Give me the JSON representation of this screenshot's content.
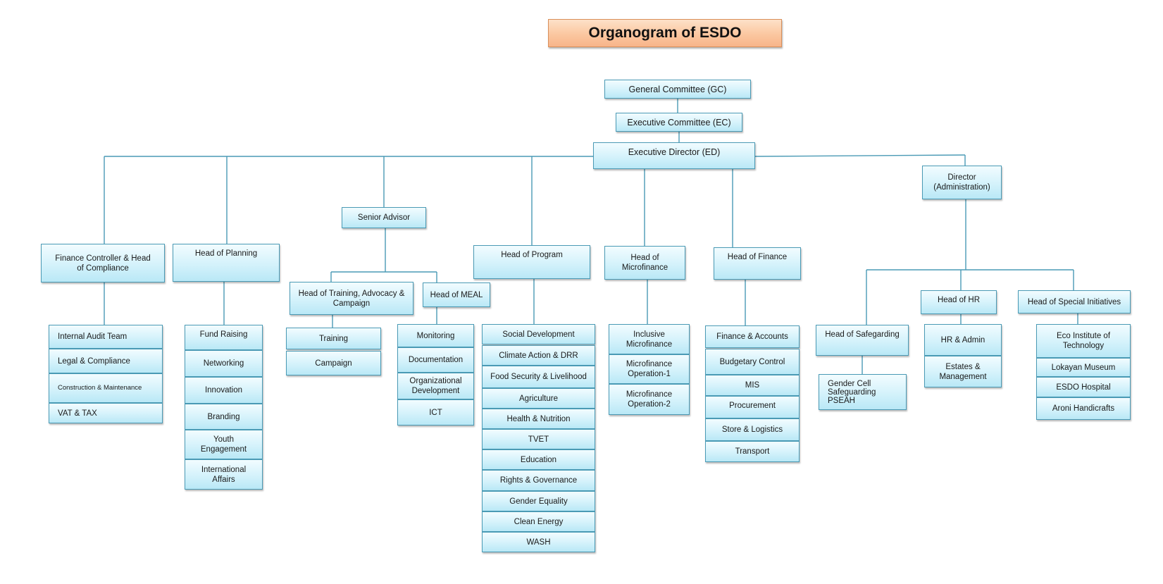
{
  "title": "Organogram of ESDO",
  "colors": {
    "node_fill": "#d4f2fb",
    "node_border": "#4a9ab5",
    "connector": "#4a9ab5",
    "title_fill": "#fbc7a0",
    "title_border": "#d98f5a"
  },
  "top": {
    "gc": "General Committee (GC)",
    "ec": "Executive Committee (EC)",
    "ed": "Executive Director (ED)"
  },
  "finance_compliance": {
    "head": "Finance Controller &        Head\nof Compliance",
    "items": [
      "Internal Audit Team",
      "Legal & Compliance",
      "Construction & Maintenance",
      "VAT & TAX"
    ]
  },
  "planning": {
    "head": "Head of Planning",
    "items": [
      "Fund Raising",
      "Networking",
      "Innovation",
      "Branding",
      "Youth\nEngagement",
      "International\nAffairs"
    ]
  },
  "senior_advisor": "Senior Advisor",
  "training": {
    "head": "Head of Training, Advocacy &\nCampaign",
    "items": [
      "Training",
      "Campaign"
    ]
  },
  "meal": {
    "head": "Head of MEAL",
    "items": [
      "Monitoring",
      "Documentation",
      "Organizational\nDevelopment",
      "ICT"
    ]
  },
  "program": {
    "head": "Head of Program",
    "items": [
      "Social Development",
      "Climate Action & DRR",
      "Food Security & Livelihood",
      "Agriculture",
      "Health & Nutrition",
      "TVET",
      "Education",
      "Rights & Governance",
      "Gender Equality",
      "Clean Energy",
      "WASH"
    ]
  },
  "microfinance": {
    "head": "Head of\nMicrofinance",
    "items": [
      "Inclusive\nMicrofinance",
      "Microfinance\nOperation-1",
      "Microfinance\nOperation-2"
    ]
  },
  "finance": {
    "head": "Head of Finance",
    "items": [
      "Finance & Accounts",
      "Budgetary Control",
      "MIS",
      "Procurement",
      "Store & Logistics",
      "Transport"
    ]
  },
  "admin": {
    "director": "Director\n(Administration)",
    "safeguarding": {
      "head": "Head of Safegarding",
      "items": [
        "Gender Cell\nSafeguarding\nPSEAH"
      ]
    },
    "hr": {
      "head": "Head of HR",
      "items": [
        "HR & Admin",
        "Estates &\nManagement"
      ]
    },
    "special": {
      "head": "Head of Special Initiatives",
      "items": [
        "Eco Institute of\nTechnology",
        "Lokayan Museum",
        "ESDO Hospital",
        "Aroni Handicrafts"
      ]
    }
  }
}
